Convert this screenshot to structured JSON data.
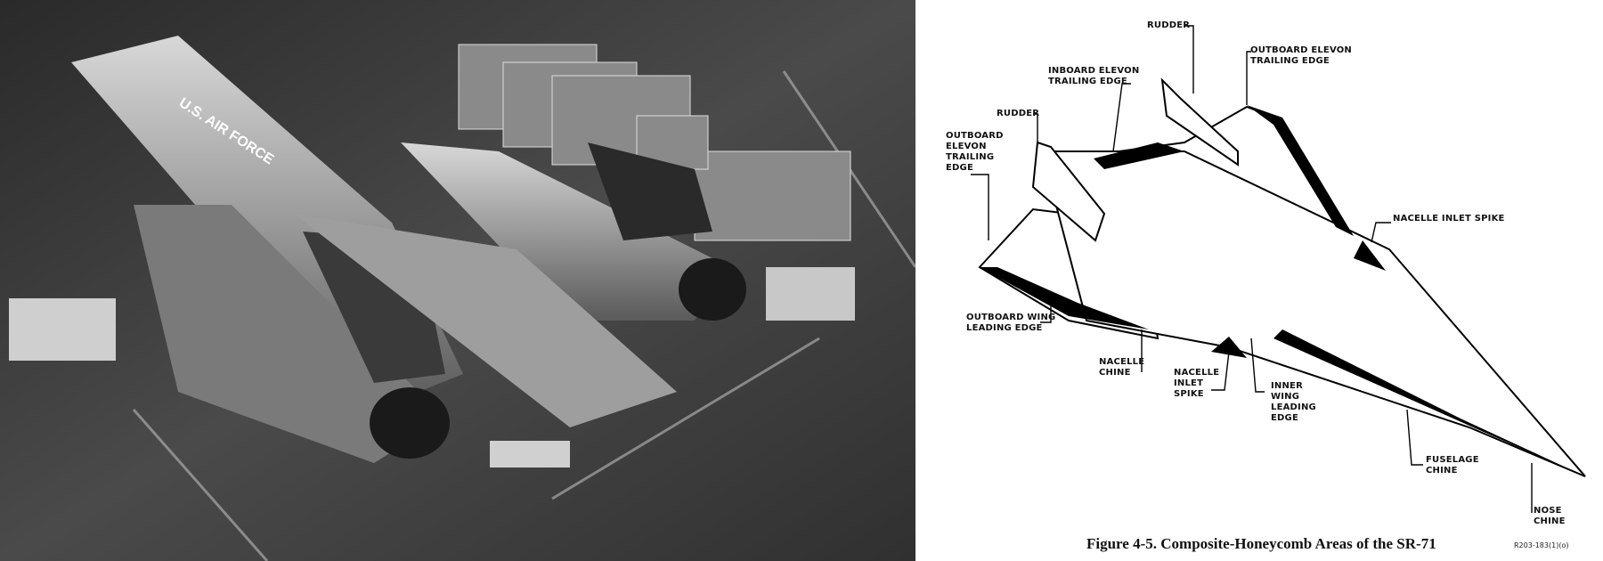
{
  "photo": {
    "fuselage_marking": "U.S. AIR FORCE"
  },
  "diagram": {
    "labels": [
      {
        "id": "rudder-top",
        "text": "RUDDER"
      },
      {
        "id": "outboard-elevon-right",
        "text": "OUTBOARD ELEVON\nTRAILING EDGE"
      },
      {
        "id": "inboard-elevon",
        "text": "INBOARD ELEVON\nTRAILING EDGE"
      },
      {
        "id": "rudder-left",
        "text": "RUDDER"
      },
      {
        "id": "outboard-elevon-left",
        "text": "OUTBOARD\nELEVON\nTRAILING\nEDGE"
      },
      {
        "id": "nacelle-spike-right",
        "text": "NACELLE INLET SPIKE"
      },
      {
        "id": "outboard-wing-le",
        "text": "OUTBOARD WING\nLEADING EDGE"
      },
      {
        "id": "nacelle-chine",
        "text": "NACELLE\nCHINE"
      },
      {
        "id": "nacelle-spike-left",
        "text": "NACELLE\nINLET\nSPIKE"
      },
      {
        "id": "inner-wing-le",
        "text": "INNER\nWING\nLEADING\nEDGE"
      },
      {
        "id": "fuselage-chine",
        "text": "FUSELAGE\nCHINE"
      },
      {
        "id": "nose-chine",
        "text": "NOSE\nCHINE"
      }
    ],
    "caption": "Figure 4-5.  Composite-Honeycomb Areas of the SR-71",
    "figure_code": "R203-183(1)(o)"
  }
}
